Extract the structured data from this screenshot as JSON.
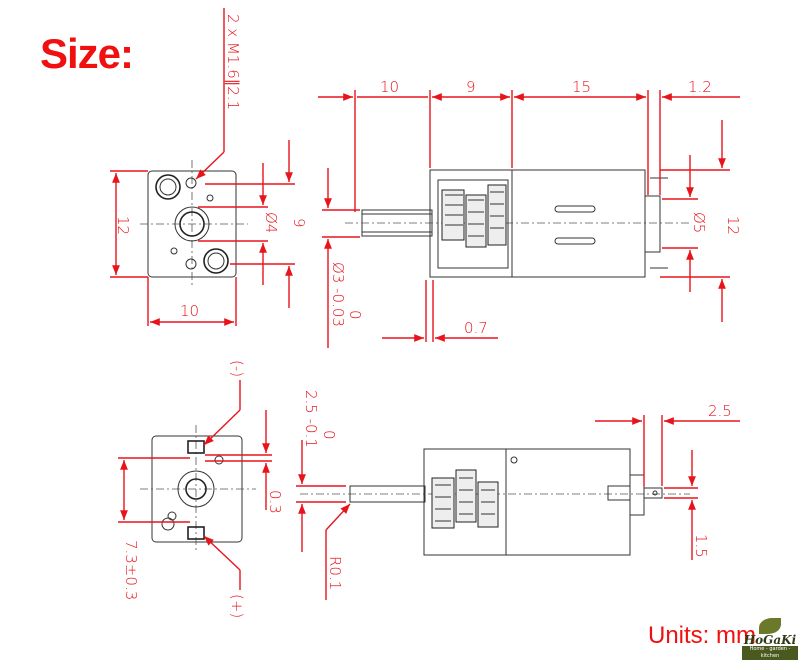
{
  "title": "Size:",
  "units": "Units: mm",
  "logo": {
    "name": "HoGaKi",
    "tagline": "Home - garden - kitchen"
  },
  "dimensions": {
    "mount_holes": "2 x M1.6∥2.1",
    "front_width": "10",
    "front_height": "12",
    "hub_dia": "Ø4",
    "hole_spacing": "9",
    "shaft_dia": "Ø3 -0.03",
    "shaft_dia_upper_tol": "0",
    "shaft_length": "10",
    "gearbox_length": "9",
    "motor_length": "15",
    "rear_length": "1.2",
    "motor_height": "12",
    "rear_boss_dia": "Ø5",
    "shaft_offset": "0.7",
    "neg_terminal": "(-)",
    "pos_terminal": "(+)",
    "flat_depth": "2.5 -0.1",
    "flat_depth_upper_tol": "0",
    "terminal_gap": "0.3",
    "terminal_spacing": "7.3±0.3",
    "edge_radius": "R0.1",
    "terminal_length": "2.5",
    "terminal_width": "1.5"
  },
  "colors": {
    "dimension": "#e8141c",
    "outline": "#333333"
  }
}
